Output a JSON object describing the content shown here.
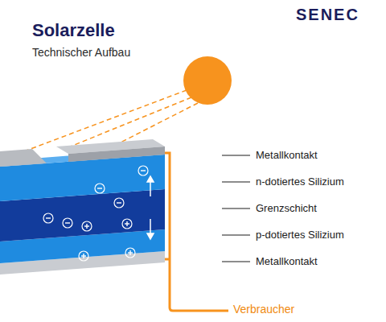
{
  "diagram": {
    "title": "Solarzelle",
    "labels": [
      "Technischer Aufbau",
      "SENEC",
      "Metallkontakt",
      "n-dotiertes Silizium",
      "Grenzschicht",
      "p-dotiertes Silizium",
      "Metallkontakt",
      "Verbraucher"
    ]
  }
}
